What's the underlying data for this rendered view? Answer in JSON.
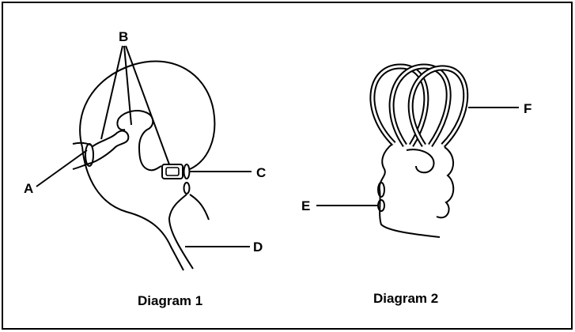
{
  "diagram1": {
    "caption": "Diagram 1",
    "labels": {
      "A": "A",
      "B": "B",
      "C": "C",
      "D": "D"
    }
  },
  "diagram2": {
    "caption": "Diagram 2",
    "labels": {
      "E": "E",
      "F": "F"
    }
  }
}
